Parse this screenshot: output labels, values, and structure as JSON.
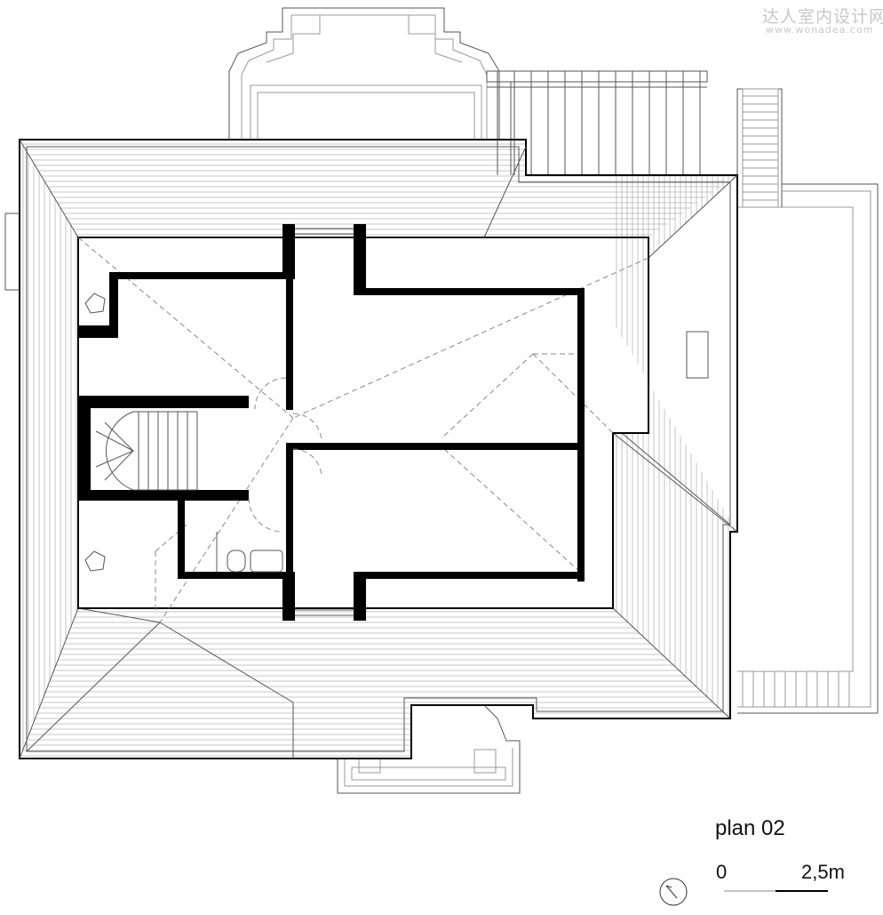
{
  "watermark": {
    "site_name": "达人室内设计网",
    "url": "www.wonadea.com"
  },
  "plan": {
    "title": "plan 02"
  },
  "scale_bar": {
    "zero_label": "0",
    "max_label": "2,5m"
  },
  "colors": {
    "wall": "#000000",
    "roof_line": "#555555",
    "hatch": "#b5b5b5",
    "dashed": "#888888"
  },
  "icons": {
    "north_arrow": "north-arrow-icon"
  }
}
